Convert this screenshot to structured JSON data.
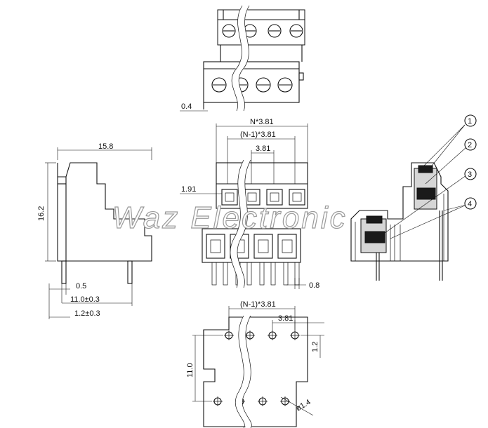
{
  "watermark": "Waz Electronic",
  "side_view": {
    "width": "15.8",
    "height": "16.2",
    "pin": "0.5",
    "pitch": "11.0±0.3",
    "tip": "1.2±0.3"
  },
  "top_view": {
    "offset": "0.4"
  },
  "front_view": {
    "overall": "N*3.81",
    "inner": "(N-1)*3.81",
    "pitch": "3.81",
    "left_offset": "1.91",
    "pin_width": "0.8"
  },
  "pcb_layout": {
    "span": "(N-1)*3.81",
    "pitch": "3.81",
    "row_offset": "1.2",
    "row_pitch": "11.0",
    "hole": "ø1.4"
  },
  "callouts": [
    "1",
    "2",
    "3",
    "4"
  ]
}
